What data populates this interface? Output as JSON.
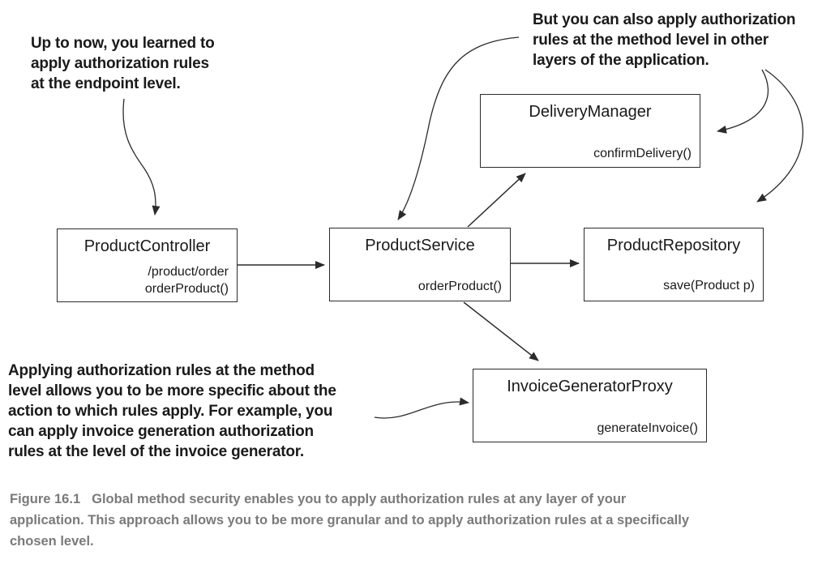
{
  "annotations": {
    "endpoint_level": [
      "Up to now, you learned to",
      "apply authorization rules",
      "at the endpoint level."
    ],
    "method_level": [
      "But you can also apply authorization",
      "rules at the method level in other",
      "layers of the application."
    ],
    "specific": [
      "Applying authorization rules at the method",
      "level allows you to be more specific about the",
      "action to which rules apply. For example, you",
      "can apply invoice generation authorization",
      "rules at the level of the invoice generator."
    ]
  },
  "boxes": {
    "product_controller": {
      "title": "ProductController",
      "members": [
        "/product/order",
        "orderProduct()"
      ]
    },
    "product_service": {
      "title": "ProductService",
      "members": [
        "orderProduct()"
      ]
    },
    "product_repository": {
      "title": "ProductRepository",
      "members": [
        "save(Product p)"
      ]
    },
    "delivery_manager": {
      "title": "DeliveryManager",
      "members": [
        "confirmDelivery()"
      ]
    },
    "invoice_generator": {
      "title": "InvoiceGeneratorProxy",
      "members": [
        "generateInvoice()"
      ]
    }
  },
  "caption": {
    "label": "Figure 16.1",
    "lines": [
      "Global method security enables you to apply authorization rules at any layer of your",
      "application. This approach allows you to be more granular and to apply authorization rules at a specifically",
      "chosen level."
    ]
  },
  "colors": {
    "line": "#2b2b2b",
    "text": "#1a1a1a",
    "caption": "#7a7a7a"
  }
}
